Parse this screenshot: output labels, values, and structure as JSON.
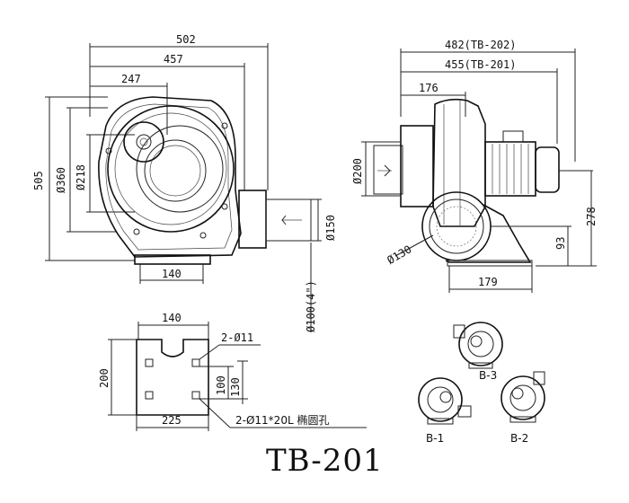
{
  "title": "TB-201",
  "front_view": {
    "dims": {
      "overall_width": "502",
      "width2": "457",
      "half_width": "247",
      "height": "505",
      "dia_360": "Ø360",
      "dia_218": "Ø218",
      "outlet_150": "Ø150",
      "pipe_100": "Ø100(4\")",
      "base_140": "140"
    }
  },
  "side_view": {
    "dims": {
      "len_202": "482(TB-202)",
      "len_201": "455(TB-201)",
      "len_176": "176",
      "dia_200": "Ø200",
      "dia_130": "Ø130",
      "h_278": "278",
      "h_93": "93",
      "base_179": "179"
    }
  },
  "base_plate": {
    "dims": {
      "top_140": "140",
      "hole_2_11": "2-Ø11",
      "h_200": "200",
      "h_100": "100",
      "h_130": "130",
      "w_225": "225",
      "slot": "2-Ø11*20L 椭圆孔"
    }
  },
  "variants": {
    "b3": "B-3",
    "b1": "B-1",
    "b2": "B-2"
  }
}
